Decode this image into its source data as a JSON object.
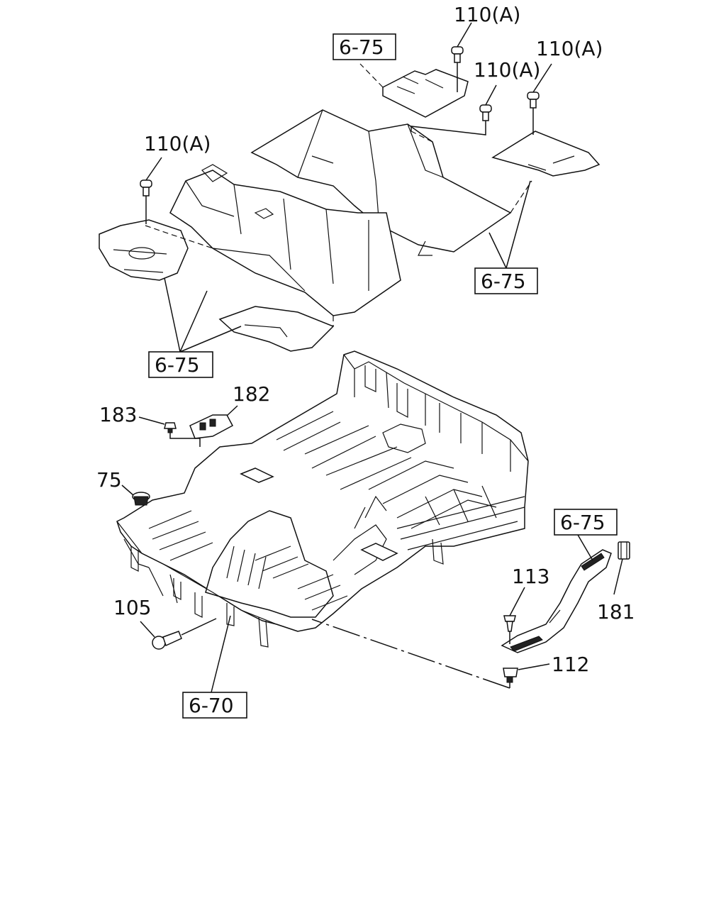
{
  "diagram": {
    "callouts": {
      "c110a_top": "110(A)",
      "c110a_right": "110(A)",
      "c110a_mid": "110(A)",
      "c110a_left": "110(A)",
      "c182": "182",
      "c183": "183",
      "c75": "75",
      "c105": "105",
      "c113": "113",
      "c112": "112",
      "c181": "181"
    },
    "refs": {
      "r_top": "6-75",
      "r_right": "6-75",
      "r_left": "6-75",
      "r_step": "6-75",
      "r_frame": "6-70"
    }
  }
}
